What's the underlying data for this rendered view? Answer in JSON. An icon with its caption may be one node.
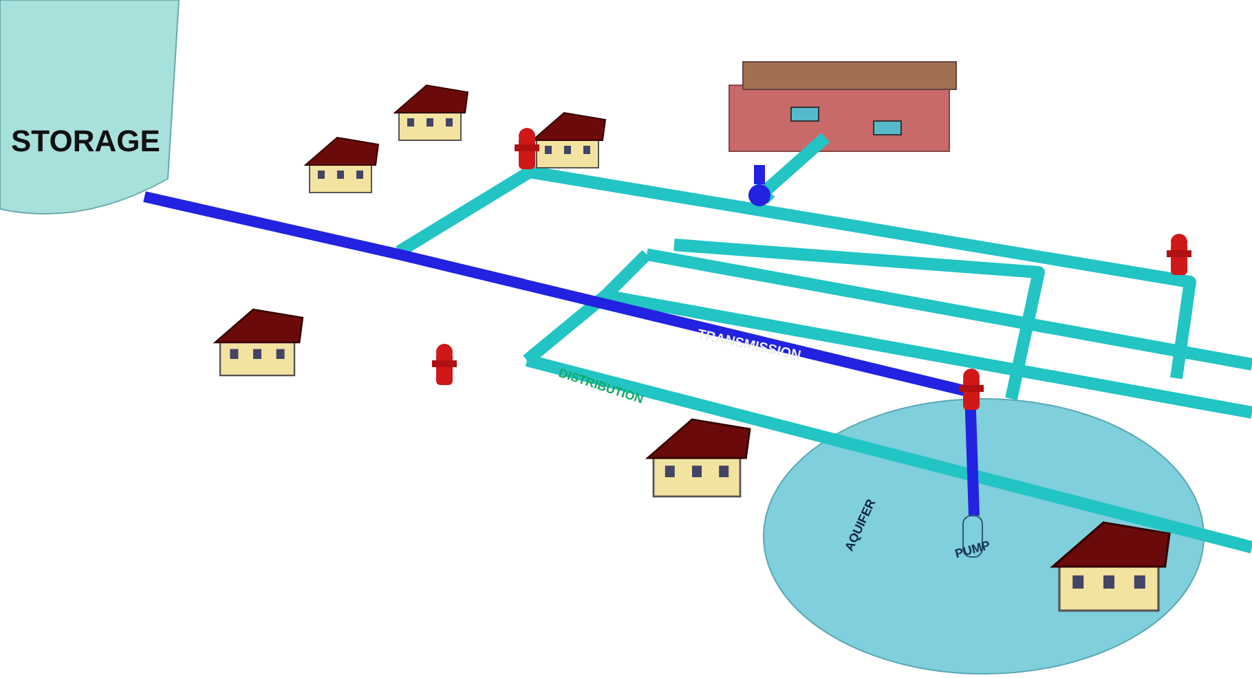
{
  "diagram": {
    "labels": [
      "STORAGE",
      "TRANSMISSION",
      "DISTRIBUTION",
      "AQUIFER",
      "PUMP"
    ]
  }
}
